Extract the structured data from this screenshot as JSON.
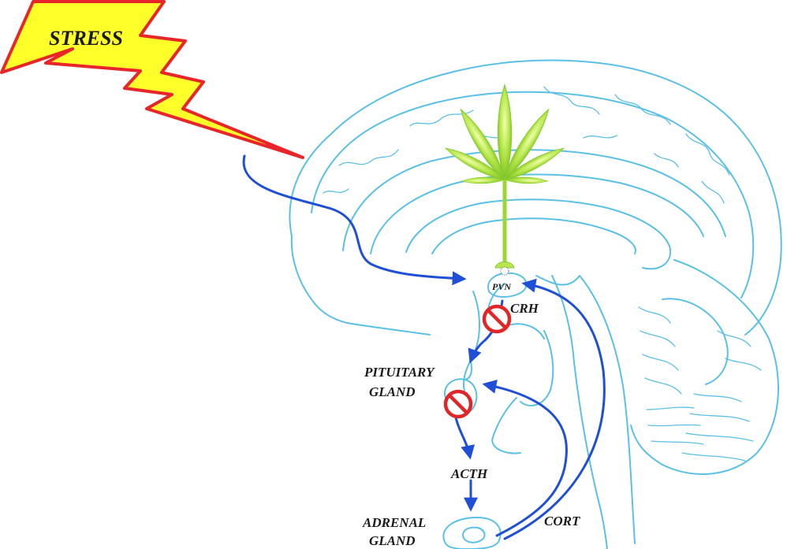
{
  "labels": {
    "stress": "STRESS",
    "pvn": "PVN",
    "crh": "CRH",
    "pituitary_line1": "PITUITARY",
    "pituitary_line2": "GLAND",
    "acth": "ACTH",
    "adrenal_line1": "ADRENAL",
    "adrenal_line2": "GLAND",
    "cort": "CORT"
  },
  "icons": {
    "bolt": "lightning-bolt-icon",
    "leaf": "cannabis-leaf-icon",
    "inhibit": "no-entry-icon"
  },
  "colors": {
    "brain_outline": "#5bc0e6",
    "arrows": "#1f4fd6",
    "bolt_fill": "#ffff2a",
    "bolt_stroke": "#e8262a",
    "leaf": "#9bd82e",
    "inhibit": "#e02626"
  }
}
